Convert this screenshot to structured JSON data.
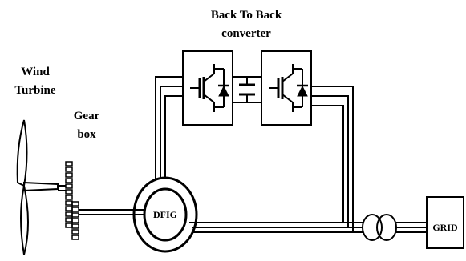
{
  "labels": {
    "converter_line1": "Back To Back",
    "converter_line2": "converter",
    "wind_line1": "Wind",
    "wind_line2": "Turbine",
    "gear_line1": "Gear",
    "gear_line2": "box",
    "dfig": "DFIG",
    "grid": "GRID"
  }
}
